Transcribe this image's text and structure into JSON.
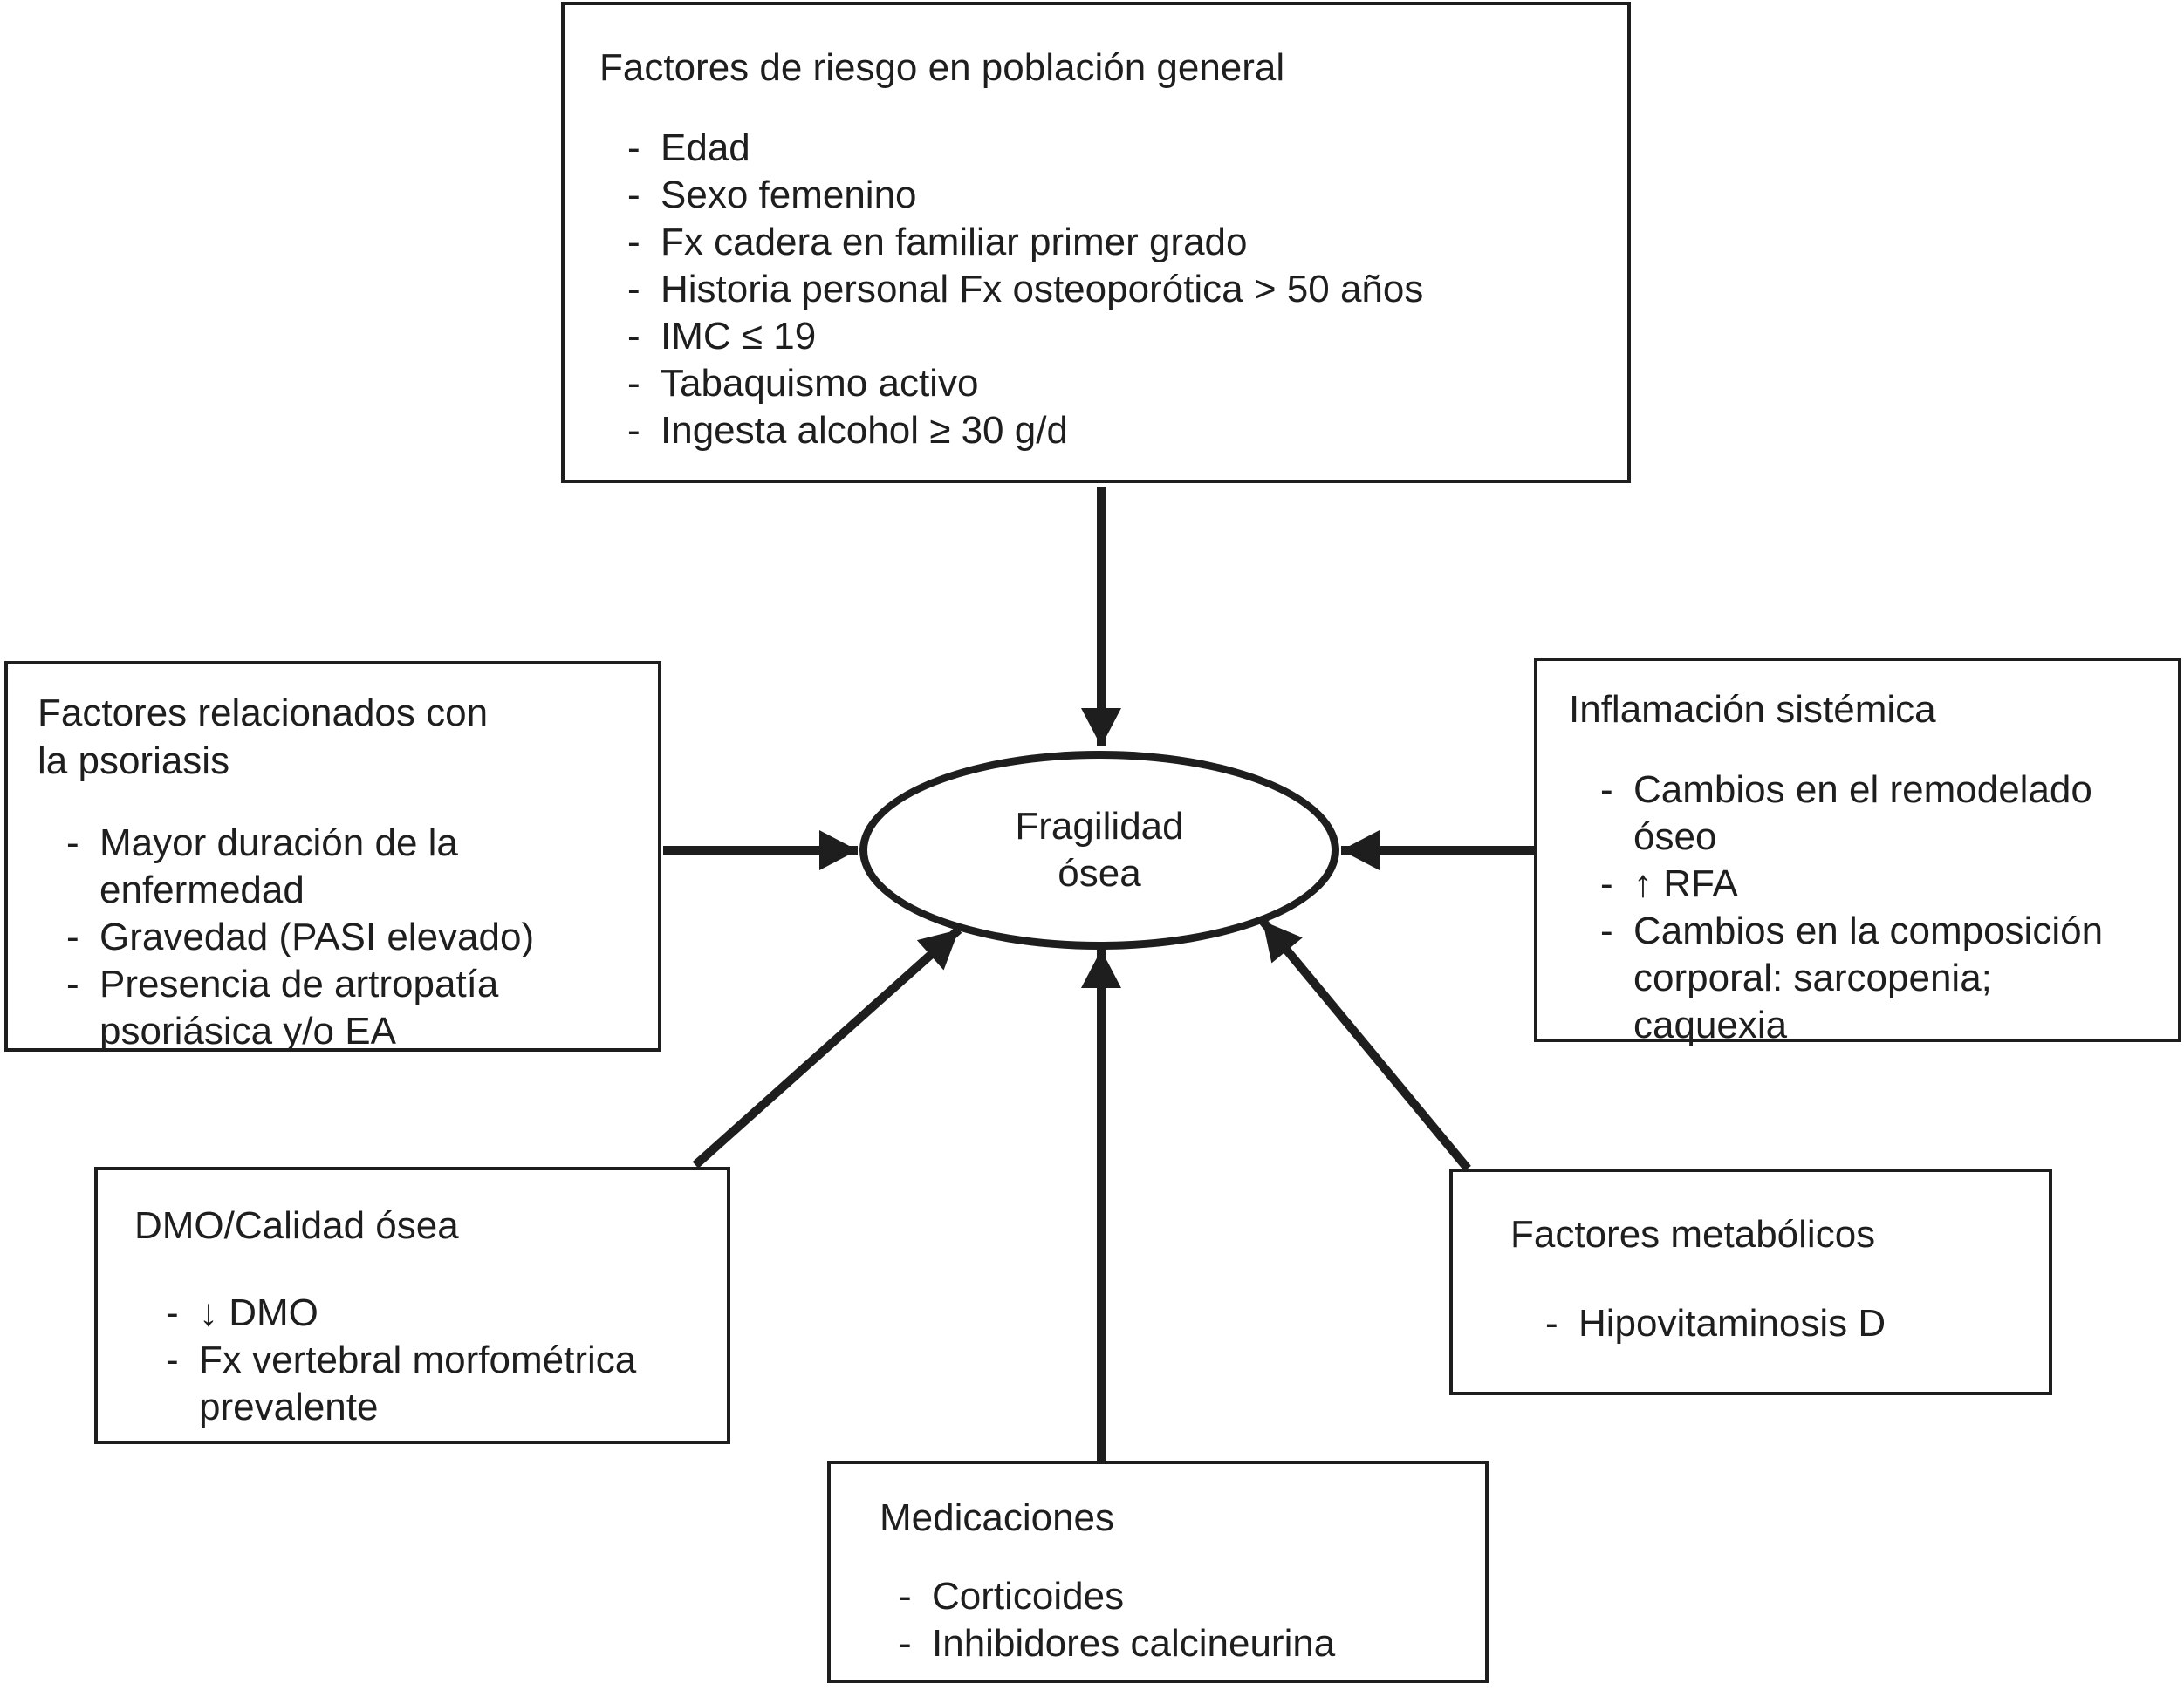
{
  "page": {
    "background": "#ffffff",
    "line_color": "#1e1e1e"
  },
  "bullet": "-",
  "center": {
    "label_line1": "Fragilidad",
    "label_line2": "ósea"
  },
  "boxes": {
    "general": {
      "title": "Factores de riesgo en población general",
      "items": [
        "Edad",
        "Sexo femenino",
        "Fx cadera en familiar primer grado",
        "Historia personal Fx osteoporótica > 50 años",
        "IMC ≤ 19",
        "Tabaquismo activo",
        "Ingesta alcohol ≥ 30 g/d"
      ]
    },
    "psoriasis": {
      "title": "Factores relacionados con la psoriasis",
      "items": [
        "Mayor duración de la enfermedad",
        "Gravedad (PASI elevado)",
        "Presencia de artropatía psoriásica y/o EA"
      ]
    },
    "inflamacion": {
      "title": "Inflamación sistémica",
      "items": [
        "Cambios en el remodelado óseo",
        "↑ RFA",
        "Cambios en la composición corporal: sarcopenia; caquexia"
      ]
    },
    "dmo": {
      "title": "DMO/Calidad ósea",
      "items": [
        "↓ DMO",
        "Fx vertebral morfométrica prevalente"
      ]
    },
    "metabolicos": {
      "title": "Factores metabólicos",
      "items": [
        "Hipovitaminosis D"
      ]
    },
    "medicaciones": {
      "title": "Medicaciones",
      "items": [
        "Corticoides",
        "Inhibidores calcineurina"
      ]
    }
  },
  "arrows": [
    "general-to-center",
    "psoriasis-to-center",
    "inflamacion-to-center",
    "medicaciones-to-center",
    "dmo-to-center",
    "metabolicos-to-center"
  ]
}
